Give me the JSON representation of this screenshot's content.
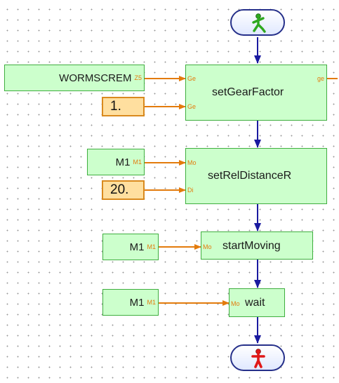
{
  "start_terminal": {
    "icon": "green-walking-man-icon"
  },
  "end_terminal": {
    "icon": "red-standing-man-icon"
  },
  "blocks": {
    "set_gear_factor": {
      "name": "setGearFactor",
      "inputs": [
        "Ge",
        "Ge"
      ],
      "output": "ge"
    },
    "set_rel_distance": {
      "name": "setRelDistanceR",
      "inputs": [
        "Mo",
        "Di"
      ]
    },
    "start_moving": {
      "name": "startMoving",
      "input": "Mo"
    },
    "wait": {
      "name": "wait",
      "input": "Mo"
    }
  },
  "sources": {
    "wormscrem": {
      "label": "WORMSCREM",
      "port": "Z5"
    },
    "m1_a": {
      "label": "M1",
      "port": "M1"
    },
    "m1_b": {
      "label": "M1",
      "port": "M1"
    },
    "m1_c": {
      "label": "M1",
      "port": "M1"
    }
  },
  "constants": {
    "gear_factor": "1.",
    "distance": "20."
  },
  "colors": {
    "block_fill": "#ccffcc",
    "block_border": "#3fae3f",
    "data_wire": "#e37b0c",
    "control_flow": "#1a1aa0",
    "constant_fill": "#ffdf9f"
  }
}
